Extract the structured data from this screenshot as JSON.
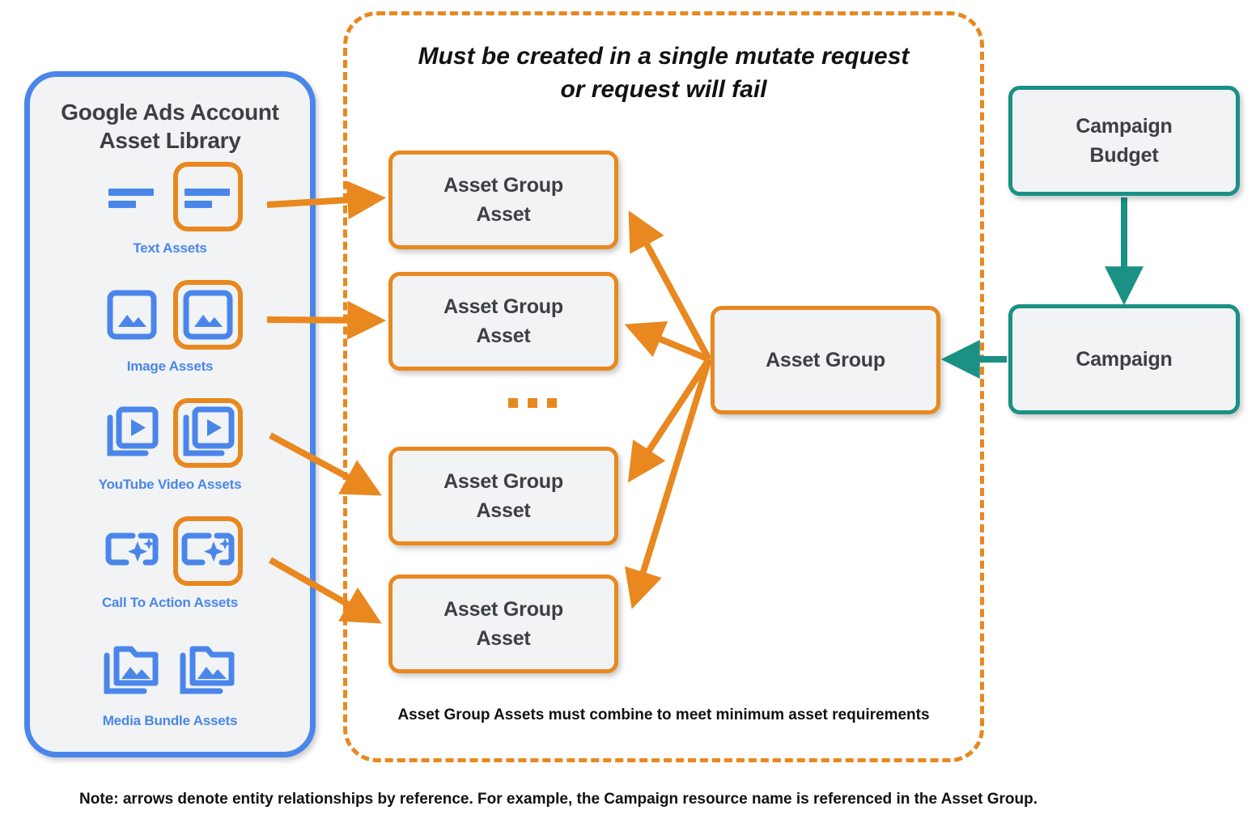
{
  "sidebar": {
    "title_line1": "Google Ads Account",
    "title_line2": "Asset Library",
    "border_color": "#4a86ea",
    "items": [
      {
        "icon": "text-asset-icon",
        "label": "Text Assets"
      },
      {
        "icon": "image-asset-icon",
        "label": "Image Assets"
      },
      {
        "icon": "youtube-video-asset-icon",
        "label": "YouTube Video  Assets"
      },
      {
        "icon": "call-to-action-asset-icon",
        "label": "Call To Action Assets"
      },
      {
        "icon": "media-bundle-asset-icon",
        "label": "Media Bundle  Assets"
      }
    ]
  },
  "mutate_container": {
    "header_line1": "Must be created in a single mutate request",
    "header_line2": "or request will fail",
    "footer_note": "Asset Group Assets must combine to meet minimum asset requirements",
    "border_color": "#e8881f"
  },
  "asset_group_assets": [
    {
      "line1": "Asset Group",
      "line2": "Asset"
    },
    {
      "line1": "Asset Group",
      "line2": "Asset"
    },
    {
      "line1": "Asset Group",
      "line2": "Asset"
    },
    {
      "line1": "Asset Group",
      "line2": "Asset"
    }
  ],
  "ellipsis": "...",
  "entities": {
    "asset_group": {
      "label": "Asset Group",
      "color": "#e8881f"
    },
    "campaign_budget": {
      "line1": "Campaign",
      "line2": "Budget",
      "color": "#1a9184"
    },
    "campaign": {
      "label": "Campaign",
      "color": "#1a9184"
    }
  },
  "footer": {
    "note": "Note: arrows denote entity relationships by reference. For example, the Campaign resource name is referenced in the Asset Group."
  },
  "colors": {
    "blue": "#4a86ea",
    "orange": "#e8881f",
    "teal": "#1a9184",
    "box_fill": "#f1f3f4",
    "text_dark": "#3c4043"
  }
}
